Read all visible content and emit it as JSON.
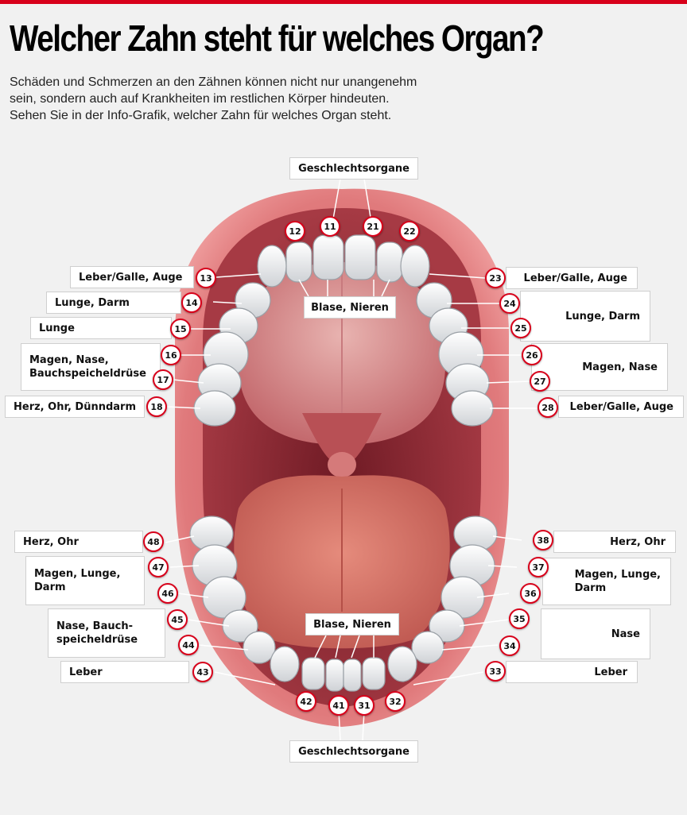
{
  "header": {
    "title": "Welcher Zahn steht für welches Organ?",
    "subtitle": "Schäden und Schmerzen an den Zähnen können nicht nur unangenehm sein, sondern auch auf Krankheiten im restlichen Körper hindeuten. Sehen Sie in der Info-Grafik, welcher Zahn für welches Organ steht."
  },
  "labels": {
    "top_center": "Geschlechtsorgane",
    "upper_center": "Blase, Nieren",
    "l13": "Leber/Galle, Auge",
    "l14": "Lunge, Darm",
    "l15": "Lunge",
    "l16_17": "Magen, Nase,\nBauchspeicheldrüse",
    "l18": "Herz, Ohr, Dünndarm",
    "r23": "Leber/Galle, Auge",
    "r24_25": "Lunge, Darm",
    "r26_27": "Magen, Nase",
    "r28": "Leber/Galle, Auge",
    "l48": "Herz, Ohr",
    "l47_46": "Magen, Lunge,\nDarm",
    "l45_44": "Nase, Bauch-\nspeicheldrüse",
    "l43": "Leber",
    "r38": "Herz, Ohr",
    "r37_36": "Magen, Lunge,\nDarm",
    "r35_34": "Nase",
    "r33": "Leber",
    "lower_center": "Blase, Nieren",
    "bottom_center": "Geschlechtsorgane"
  },
  "teeth": {
    "t11": "11",
    "t12": "12",
    "t13": "13",
    "t14": "14",
    "t15": "15",
    "t16": "16",
    "t17": "17",
    "t18": "18",
    "t21": "21",
    "t22": "22",
    "t23": "23",
    "t24": "24",
    "t25": "25",
    "t26": "26",
    "t27": "27",
    "t28": "28",
    "t31": "31",
    "t32": "32",
    "t33": "33",
    "t34": "34",
    "t35": "35",
    "t36": "36",
    "t37": "37",
    "t38": "38",
    "t41": "41",
    "t42": "42",
    "t43": "43",
    "t44": "44",
    "t45": "45",
    "t46": "46",
    "t47": "47",
    "t48": "48"
  },
  "colors": {
    "accent": "#d8001a",
    "lip": "#d9686c",
    "palate": "#b8474f",
    "tongue": "#d26a5f"
  }
}
